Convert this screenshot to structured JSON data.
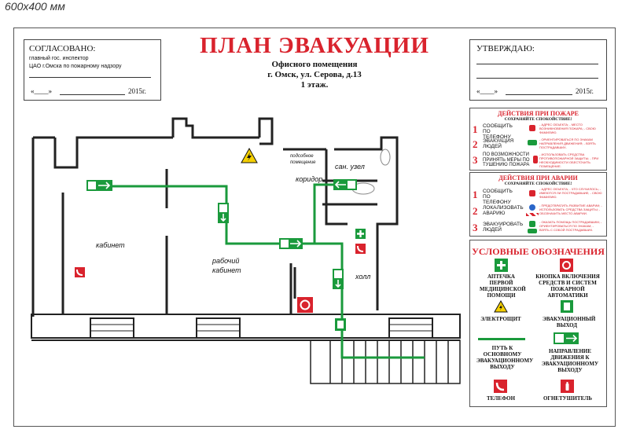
{
  "size_label": "600x400 мм",
  "header": {
    "title": "ПЛАН ЭВАКУАЦИИ",
    "subtitle_line1": "Офисного помещения",
    "subtitle_line2": "г. Омск, ул. Серова, д.13",
    "subtitle_line3": "1 этаж."
  },
  "approval_left": {
    "heading": "СОГЛАСОВАНО:",
    "line1": "главный гос. инспектор",
    "line2": "ЦАО г.Омска по пожарному надзору",
    "date_prefix": "«____» ",
    "date_suffix": "2015г."
  },
  "approval_right": {
    "heading": "УТВЕРЖДАЮ:",
    "date_prefix": "«____» ",
    "date_suffix": "2015г."
  },
  "fire_panel": {
    "title": "ДЕЙСТВИЯ ПРИ ПОЖАРЕ",
    "subtitle": "СОХРАНЯЙТЕ СПОКОЙСТВИЕ!",
    "rows": [
      {
        "num": "1",
        "text": "СООБЩИТЬ ПО ТЕЛЕФОНУ",
        "note": "- АДРЕС ОБЪЕКТА; - МЕСТО ВОЗНИКНОВЕНИЯ ПОЖАРА; - СВОЮ ФАМИЛИЮ."
      },
      {
        "num": "2",
        "text": "ЭВАКУАЦИЯ ЛЮДЕЙ",
        "note": "- ОРИЕНТИРОВАТЬСЯ ПО ЗНАКАМ НАПРАВЛЕНИЯ ДВИЖЕНИЯ; - ВЗЯТЬ ПОСТРАДАВШИХ."
      },
      {
        "num": "3",
        "text": "ПО ВОЗМОЖНОСТИ ПРИНЯТЬ МЕРЫ ПО ТУШЕНИЮ ПОЖАРА",
        "note": "- ИСПОЛЬЗОВАТЬ СРЕДСТВА ПРОТИВОПОЖАРНОЙ ЗАЩИТЫ; - ПРИ НЕОБХОДИМОСТИ ОБЕСТОЧИТЬ ПОМЕЩЕНИЕ."
      }
    ]
  },
  "accident_panel": {
    "title": "ДЕЙСТВИЯ ПРИ АВАРИИ",
    "subtitle": "СОХРАНЯЙТЕ СПОКОЙСТВИЕ!",
    "rows": [
      {
        "num": "1",
        "text": "СООБЩИТЬ ПО ТЕЛЕФОНУ",
        "note": "- АДРЕС ОБЪЕКТА; - ЧТО СЛУЧИЛОСЬ; - ИМЕЮТСЯ ЛИ ПОСТРАДАВШИЕ; - СВОЮ ФАМИЛИЮ."
      },
      {
        "num": "2",
        "text": "ЛОКАЛИЗОВАТЬ АВАРИЮ",
        "note": "- ПРЕДОТВРАТИТЬ РАЗВИТИЕ АВАРИИ; - ИСПОЛЬЗОВАТЬ СРЕДСТВА ЗАЩИТЫ; - ОБОЗНАЧИТЬ МЕСТО АВАРИИ."
      },
      {
        "num": "3",
        "text": "ЭВАКУИРОВАТЬ ЛЮДЕЙ",
        "note": "- ОКАЗАТЬ ПОМОЩЬ ПОСТРАДАВШИМ; - ОРИЕНТИРОВАТЬСЯ ПО ЗНАКАМ; - ВЗЯТЬ С СОБОЙ ПОСТРАДАВШИХ."
      }
    ]
  },
  "legend": {
    "title": "УСЛОВНЫЕ ОБОЗНАЧЕНИЯ",
    "items": [
      {
        "icon": "first-aid-icon",
        "label": "АПТЕЧКА ПЕРВОЙ МЕДИЦИНСКОЙ ПОМОЩИ"
      },
      {
        "icon": "fire-alarm-button-icon",
        "label": "КНОПКА ВКЛЮЧЕНИЯ СРЕДСТВ И СИСТЕМ ПОЖАРНОЙ АВТОМАТИКИ"
      },
      {
        "icon": "electrical-panel-icon",
        "label": "ЭЛЕКТРОЩИТ"
      },
      {
        "icon": "emergency-exit-icon",
        "label": "ЭВАКУАЦИОННЫЙ ВЫХОД"
      },
      {
        "icon": "evacuation-path-icon",
        "label": "ПУТЬ К ОСНОВНОМУ ЭВАКУАЦИОННОМУ ВЫХОДУ"
      },
      {
        "icon": "exit-direction-icon",
        "label": "НАПРАВЛЕНИЕ ДВИЖЕНИЯ К ЭВАКУАЦИОННОМУ ВЫХОДУ"
      },
      {
        "icon": "phone-icon",
        "label": "ТЕЛЕФОН"
      },
      {
        "icon": "fire-extinguisher-icon",
        "label": "ОГНЕТУШИТЕЛЬ"
      }
    ]
  },
  "rooms": {
    "office": "кабинет",
    "workroom_line1": "рабочий",
    "workroom_line2": "кабинет",
    "hall": "холл",
    "corridor": "коридор",
    "wc": "сан. узел",
    "utility_line1": "подсобное",
    "utility_line2": "помещение"
  },
  "colors": {
    "red": "#d9232d",
    "green": "#1a9a3c",
    "wall": "#222222"
  }
}
